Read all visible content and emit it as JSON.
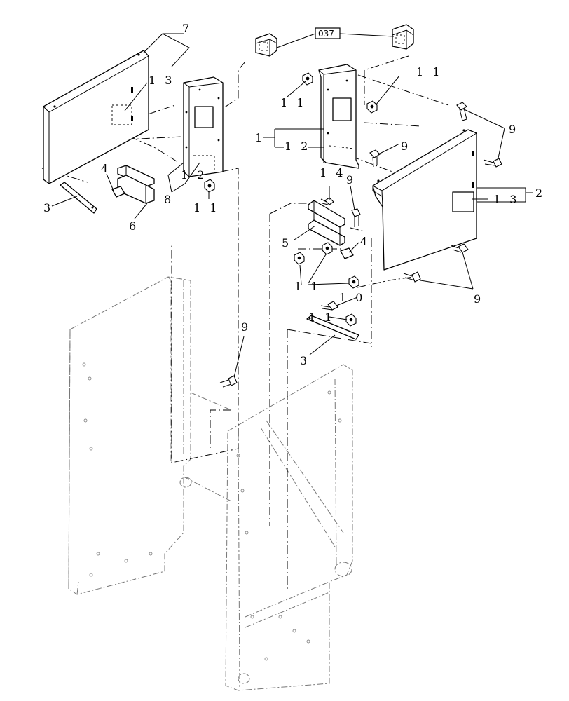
{
  "reference_box": {
    "label": "037"
  },
  "callouts": {
    "panel_left": "7",
    "decal_left": "1 3",
    "bracket_left_plate": "4",
    "strap_left": "3",
    "clip_left": "6",
    "support_left": "1 2",
    "bracket_group_left": "8",
    "nut_left": "1 1",
    "nut_top_center": "1 1",
    "nut_top_right": "1 1",
    "bracket_group_right": "1",
    "support_right": "1 2",
    "bolt_right_top": "9",
    "bolt_panel_right": "9",
    "panel_right": "2",
    "decal_right": "1 3",
    "bolt_14": "1 4",
    "bolt_center": "9",
    "clip_right": "5",
    "plate_right": "4",
    "nut_cluster": "1 1",
    "bolt_bottom_right": "9",
    "bolt_10": "1 0",
    "nut_strap": "1 1",
    "strap_right": "3",
    "bolt_frame": "9"
  }
}
